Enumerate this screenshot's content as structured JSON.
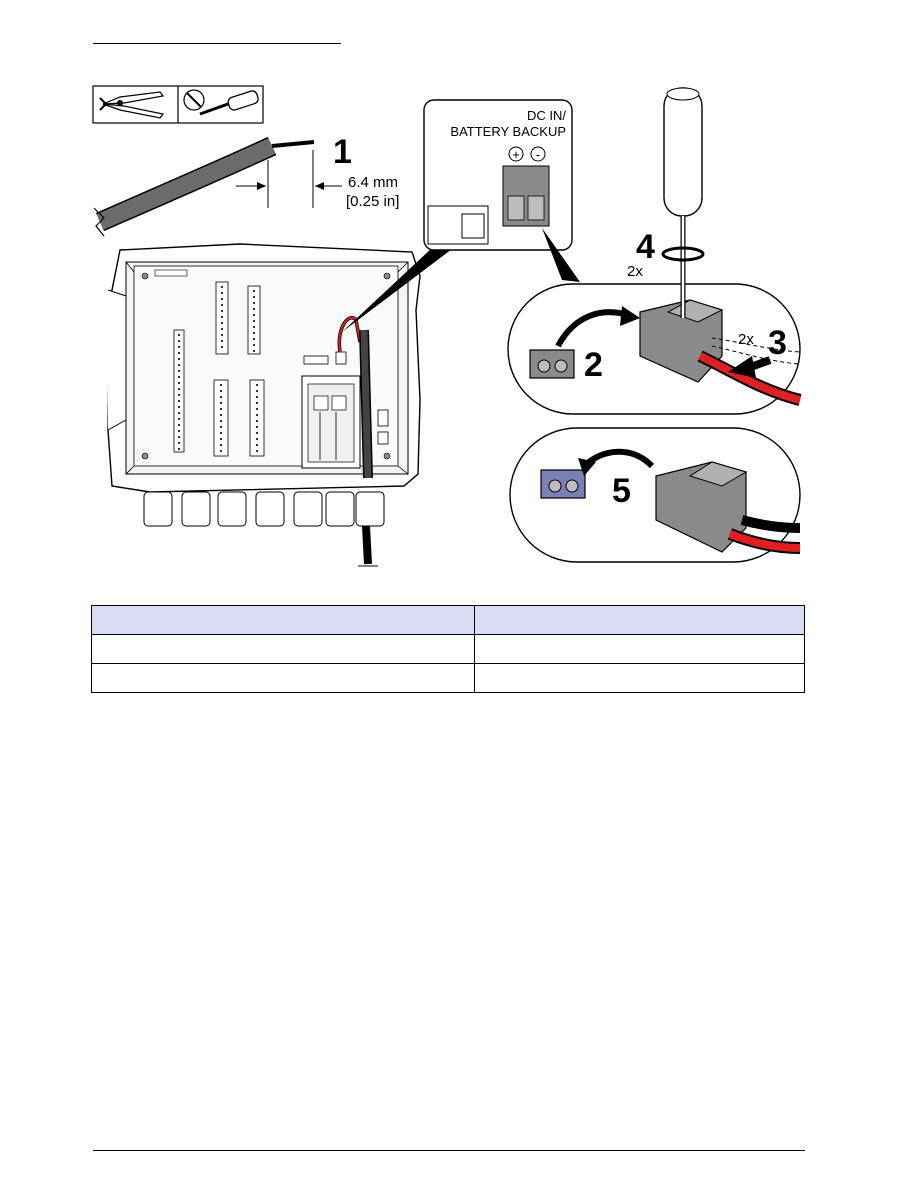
{
  "figure": {
    "dimension_mm": "6.4 mm",
    "dimension_in": "[0.25 in]",
    "connector_label_line1": "DC IN/",
    "connector_label_line2": "BATTERY BACKUP",
    "polarity_plus": "+",
    "polarity_minus": "-",
    "steps": {
      "s1": "1",
      "s2": "2",
      "s3": "3",
      "s4": "4",
      "s5": "5"
    },
    "repeat_3": "2x",
    "repeat_4": "2x",
    "tool_icons": [
      "wire-stripper-icon",
      "screwdriver-icon"
    ]
  },
  "table": {
    "header": [
      "",
      ""
    ],
    "rows": [
      [
        "",
        ""
      ],
      [
        "",
        ""
      ]
    ]
  },
  "colors": {
    "table_header_bg": "#d9dcf2",
    "wire_red": "#e02020",
    "connector_gray": "#8a8a8a",
    "connector_blue": "#7a7fb8"
  }
}
